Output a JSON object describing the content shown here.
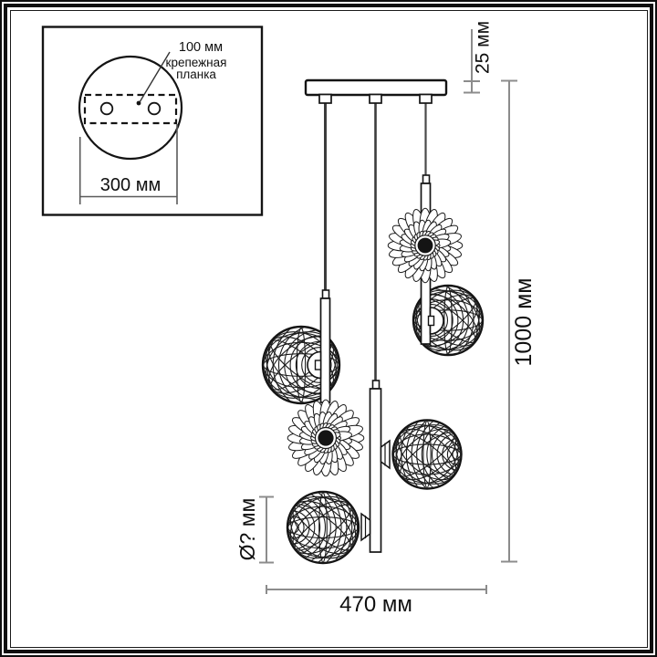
{
  "inset": {
    "hole_spacing_label": "100 мм",
    "mount_plate_label_line1": "крепежная",
    "mount_plate_label_line2": "планка",
    "base_diameter_label": "300 мм"
  },
  "dimensions": {
    "canopy_height_label": "25 мм",
    "total_height_label": "1000 мм",
    "total_width_label": "470 мм",
    "sphere_diameter_label": "Ø? мм"
  },
  "colors": {
    "ink": "#161616",
    "dimension_line": "#8c8c8c",
    "cord": "#3c3c3c",
    "background": "#ffffff"
  }
}
